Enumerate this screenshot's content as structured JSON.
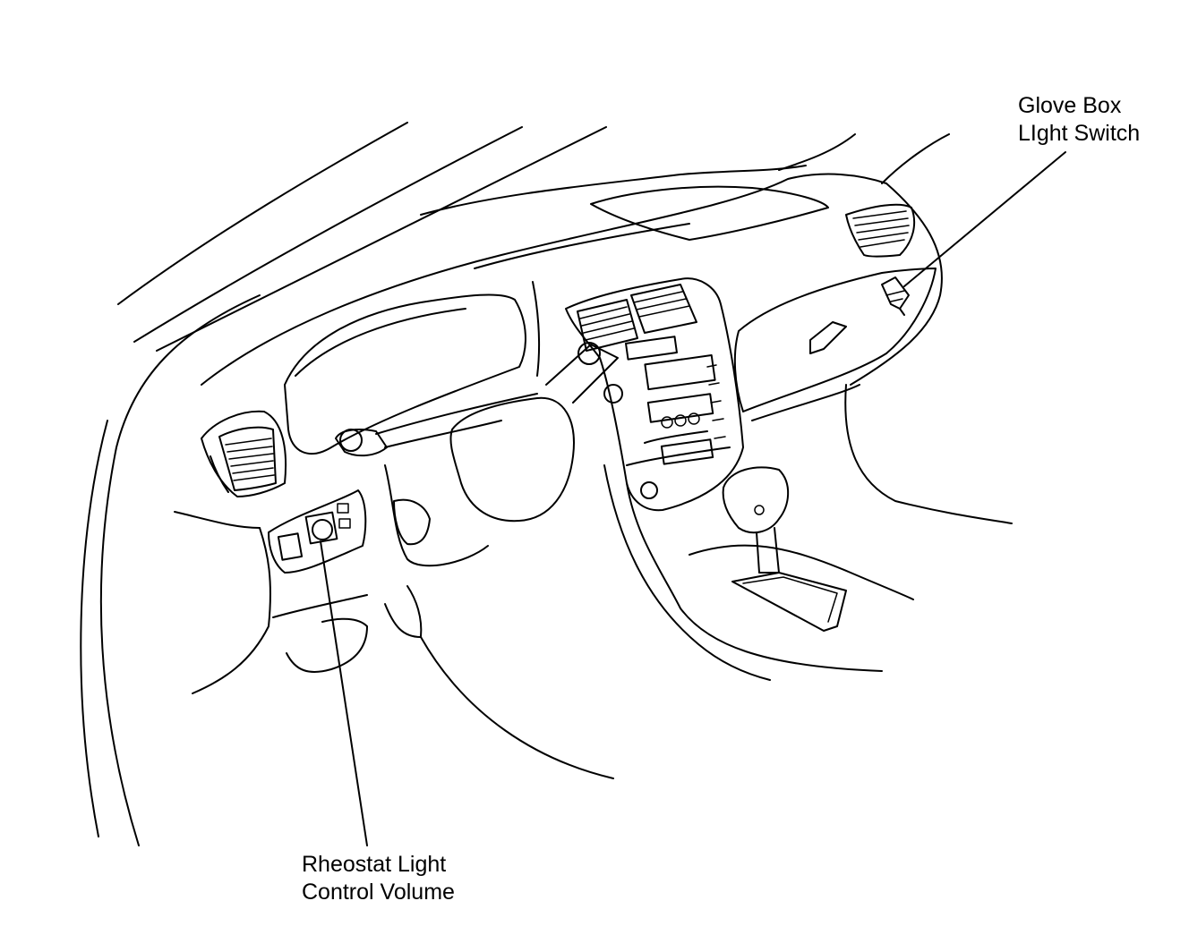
{
  "labels": {
    "glove_box_switch": [
      "Glove Box",
      "LIght Switch"
    ],
    "rheostat": [
      "Rheostat Light",
      "Control Volume"
    ]
  },
  "colors": {
    "ink": "#000000",
    "background": "#ffffff"
  }
}
